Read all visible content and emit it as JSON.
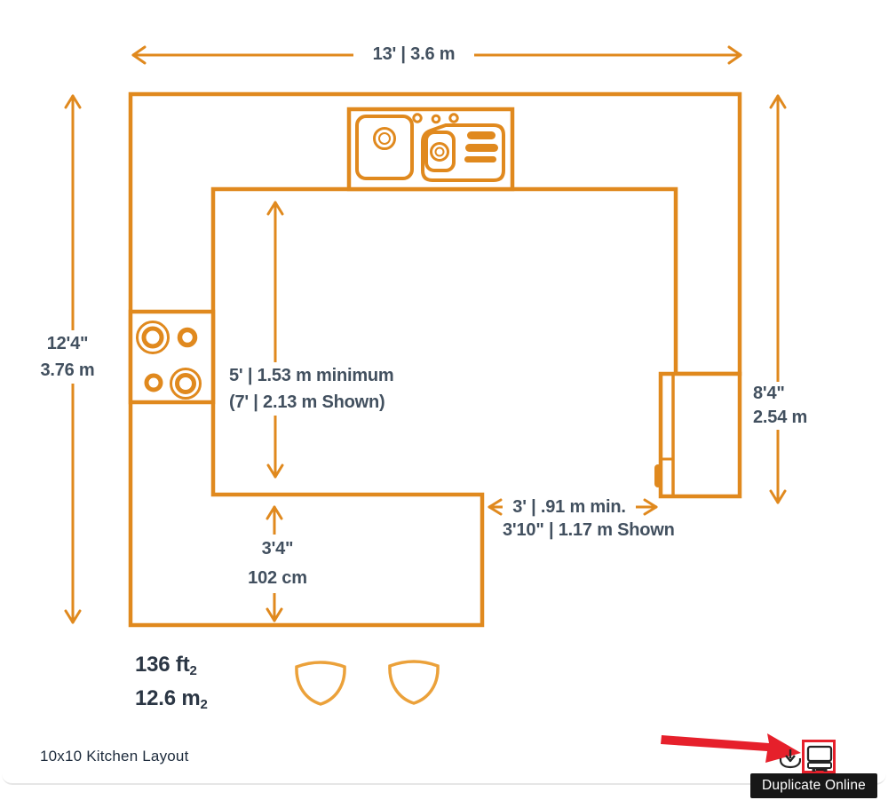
{
  "colors": {
    "plan_orange": "#E0891E",
    "chair_orange": "#EBA13A",
    "dim_text": "#42505F",
    "area_text": "#2B3644",
    "caption_text": "#1D2B3C",
    "annotation_red": "#E6202B",
    "tooltip_bg": "#171717",
    "tooltip_text": "#FFFFFF",
    "icon_dark": "#262626",
    "card_border": "#E6E6E6"
  },
  "plan": {
    "caption": "10x10 Kitchen Layout",
    "dimensions": {
      "top_width": "13' | 3.6 m",
      "left_height_line1": "12'4\"",
      "left_height_line2": "3.76 m",
      "right_height_line1": "8'4\"",
      "right_height_line2": "2.54 m",
      "aisle_line1": "5' | 1.53 m minimum",
      "aisle_line2": "(7' | 2.13 m Shown)",
      "peninsula_line1": "3'4\"",
      "peninsula_line2": "102 cm",
      "walkway_line1": "3' | .91 m min.",
      "walkway_line2": "3'10\" | 1.17 m Shown"
    },
    "area": {
      "imperial": "136 ft",
      "imperial_sub": "2",
      "metric": "12.6 m",
      "metric_sub": "2"
    }
  },
  "toolbar": {
    "tooltip": "Duplicate Online"
  }
}
